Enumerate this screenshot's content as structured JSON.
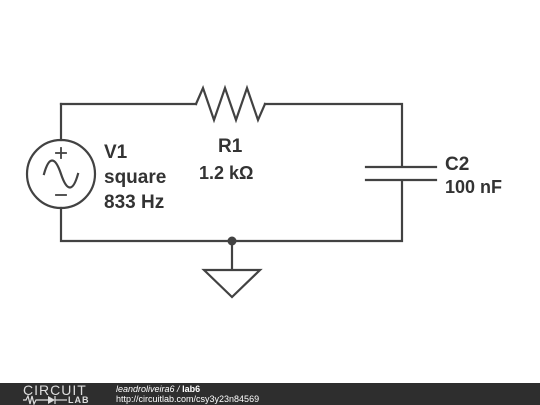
{
  "components": {
    "source": {
      "name": "V1",
      "waveform": "square",
      "frequency": "833 Hz"
    },
    "resistor": {
      "name": "R1",
      "value": "1.2 kΩ"
    },
    "capacitor": {
      "name": "C2",
      "value": "100 nF"
    }
  },
  "footer": {
    "logo_top": "CIRCUIT",
    "logo_bottom": "LAB",
    "author": "leandroliveira6",
    "separator": " / ",
    "project": "lab6",
    "url": "http://circuitlab.com/csy3y23n84569"
  },
  "colors": {
    "wire": "#424242",
    "text": "#333333",
    "footer_bg": "#2e2e2e",
    "footer_text": "#ffffff"
  }
}
